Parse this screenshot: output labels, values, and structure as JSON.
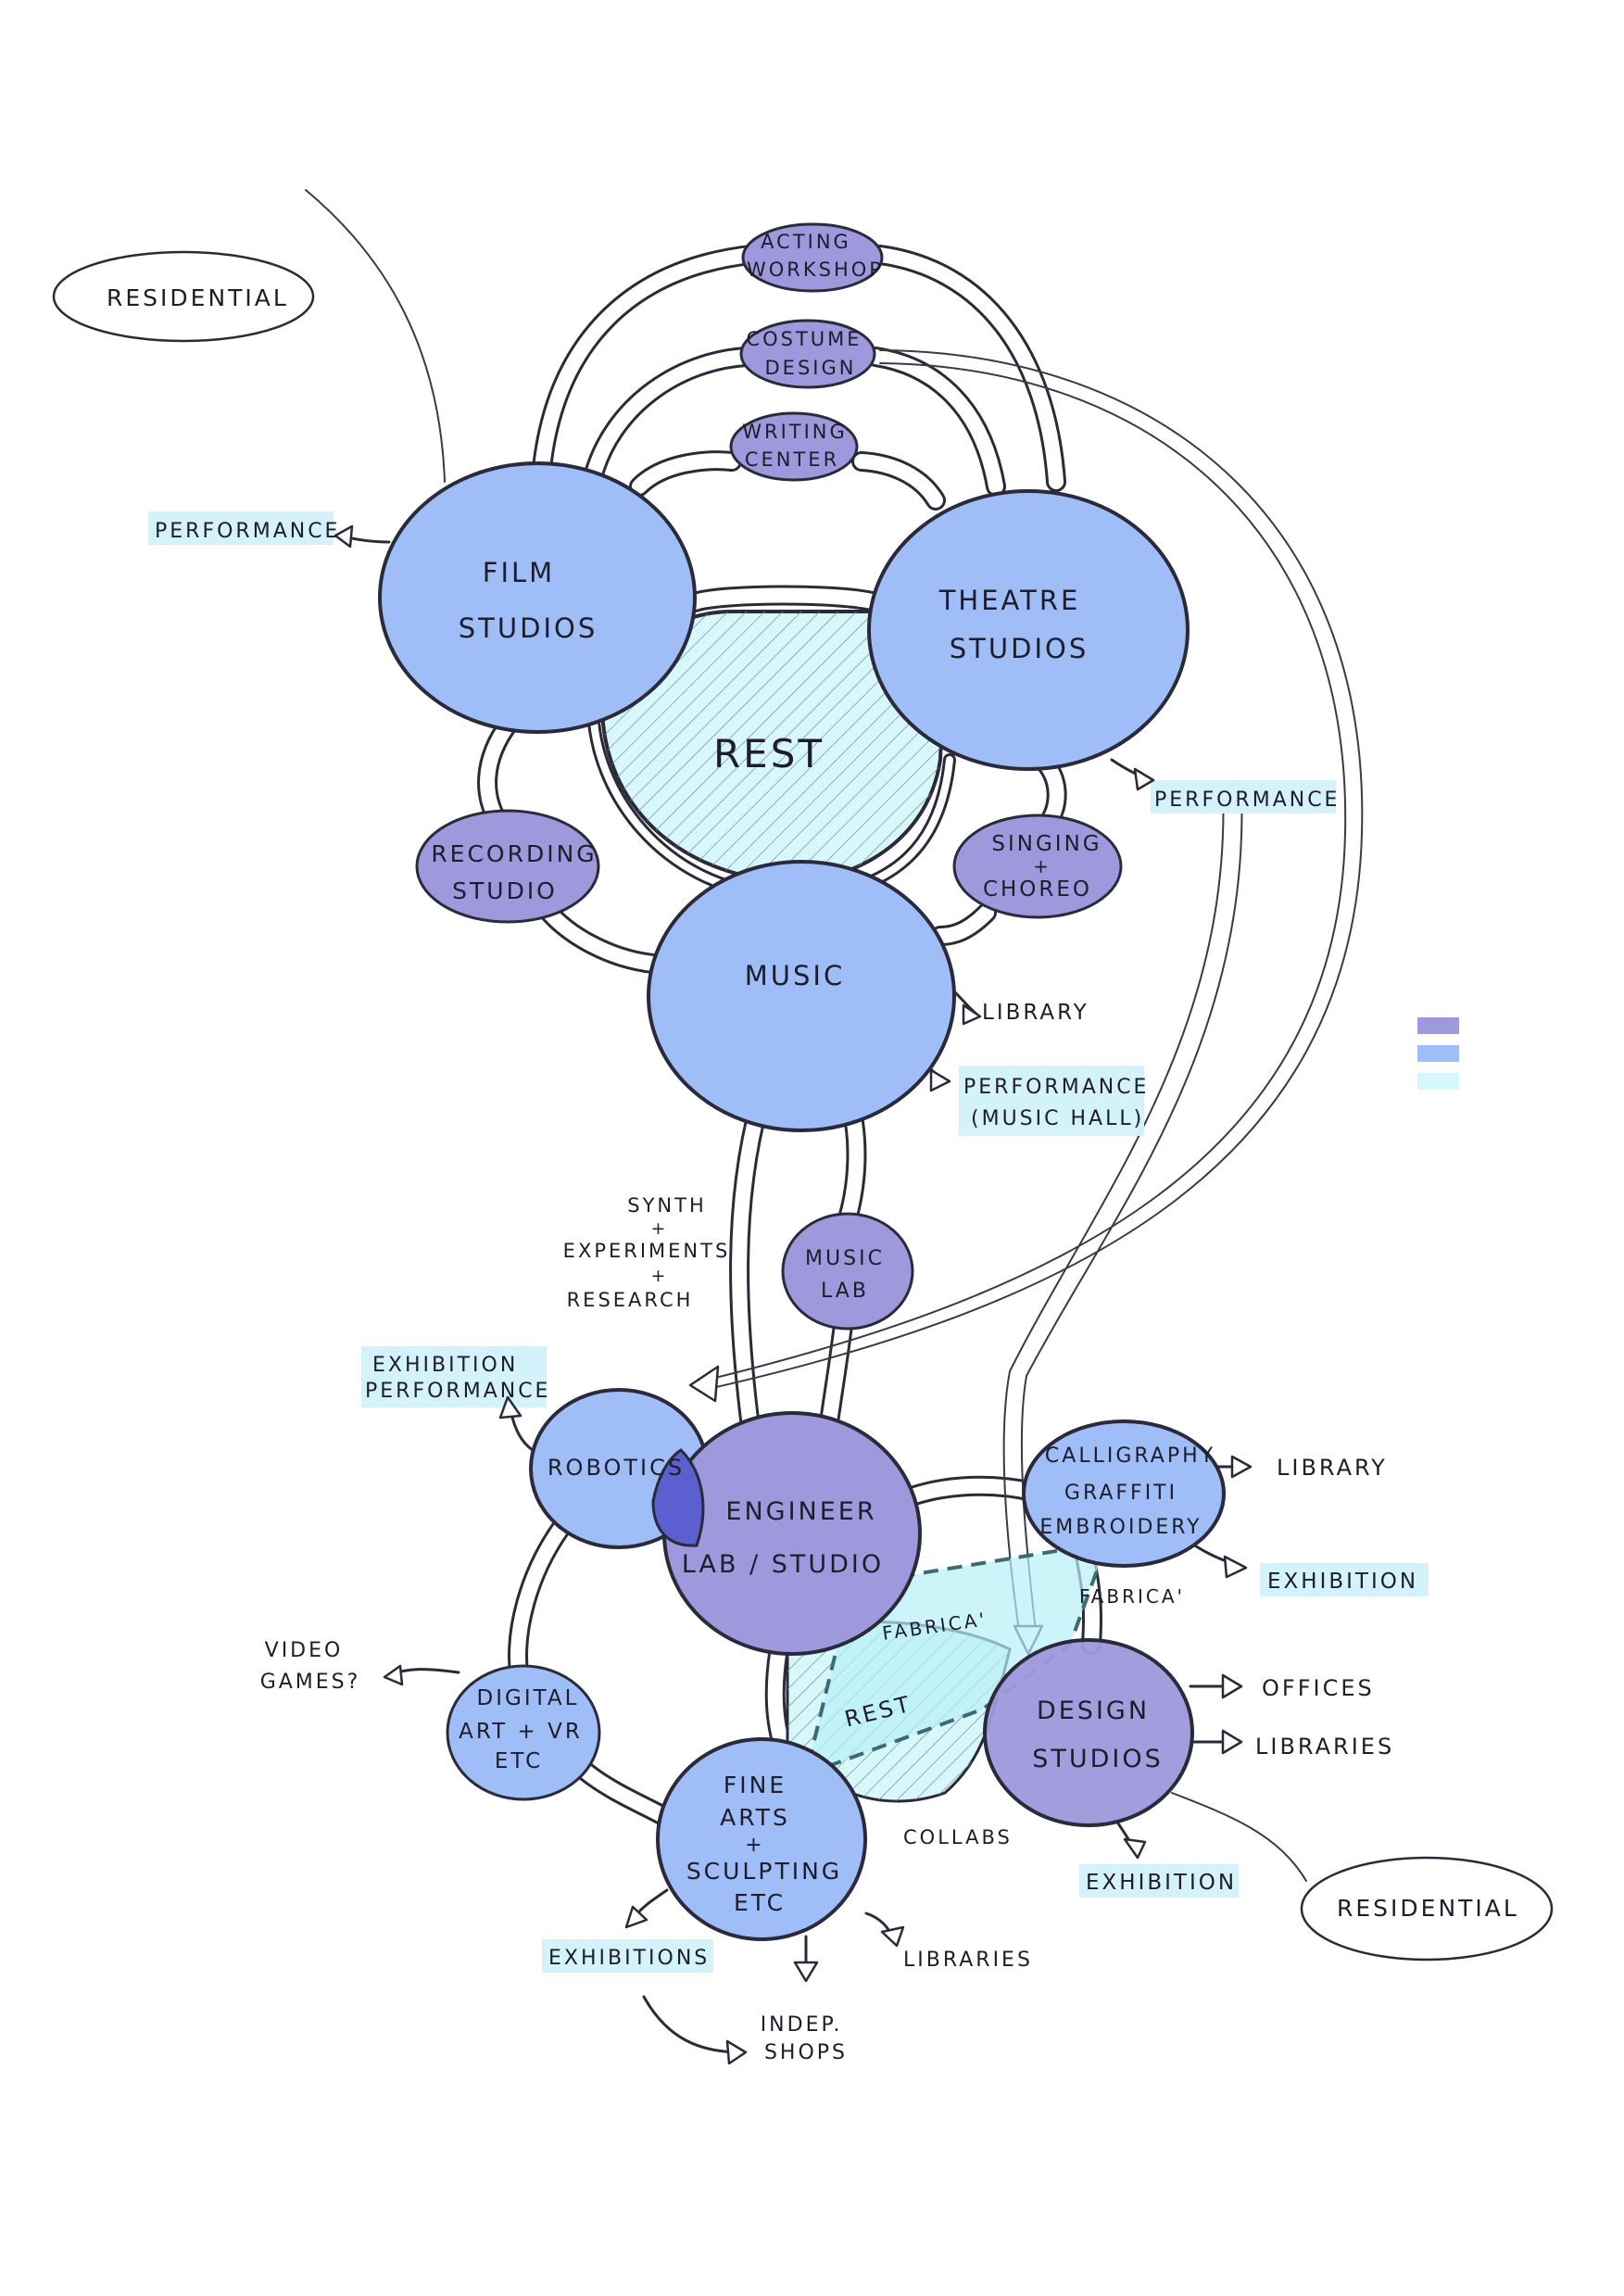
{
  "colors": {
    "blue": "#9fbdf7",
    "purple": "#9d99dc",
    "cyan": "#d8f7fb",
    "tag": "#d3f2fa",
    "ink": "#2a2a3a"
  },
  "legend": {
    "swatches": [
      {
        "color": "#9d99dc"
      },
      {
        "color": "#9fbdf7"
      },
      {
        "color": "#d8f7fb"
      }
    ]
  },
  "nodes": {
    "acting": [
      "ACTING",
      "WORKSHOP"
    ],
    "costume": [
      "COSTUME",
      "DESIGN"
    ],
    "writing": [
      "WRITING",
      "CENTER"
    ],
    "film": [
      "FILM",
      "STUDIOS"
    ],
    "theatre": [
      "THEATRE",
      "STUDIOS"
    ],
    "rest_top": "REST",
    "recording": [
      "RECORDING",
      "STUDIO"
    ],
    "singing": [
      "SINGING",
      "+",
      "CHOREO"
    ],
    "music": "MUSIC",
    "music_lab": [
      "MUSIC",
      "LAB"
    ],
    "robotics": "ROBOTICS",
    "engineer": [
      "ENGINEER",
      "LAB / STUDIO"
    ],
    "calligraphy": [
      "CALLIGRAPHY",
      "GRAFFITI",
      "EMBROIDERY"
    ],
    "digital": [
      "DIGITAL",
      "ART + VR",
      "ETC"
    ],
    "fine_arts": [
      "FINE",
      "ARTS",
      "+",
      "SCULPTING",
      "ETC"
    ],
    "design": [
      "DESIGN",
      "STUDIOS"
    ],
    "rest_bottom": "REST",
    "fabrica_inner": "FABRICA'"
  },
  "tags": {
    "performance_left": "PERFORMANCE",
    "performance_right": "PERFORMANCE",
    "performance_music": [
      "PERFORMANCE",
      "(MUSIC HALL)"
    ],
    "exhibition_performance": [
      "EXHIBITION",
      "PERFORMANCE"
    ],
    "exhibition_callig": "EXHIBITION",
    "exhibition_design": "EXHIBITION",
    "exhibitions_fine": "EXHIBITIONS"
  },
  "labels": {
    "residential_top": "RESIDENTIAL",
    "residential_bottom": "RESIDENTIAL",
    "library_music": "LIBRARY",
    "synth": [
      "SYNTH",
      "+",
      "EXPERIMENTS",
      "+",
      "RESEARCH"
    ],
    "library_callig": "LIBRARY",
    "fabrica_outer": "FABRICA'",
    "video_games": [
      "VIDEO",
      "GAMES?"
    ],
    "offices": "OFFICES",
    "libraries_design": "LIBRARIES",
    "collabs": "COLLABS",
    "libraries_fine": "LIBRARIES",
    "indep_shops": [
      "INDEP.",
      "SHOPS"
    ]
  }
}
